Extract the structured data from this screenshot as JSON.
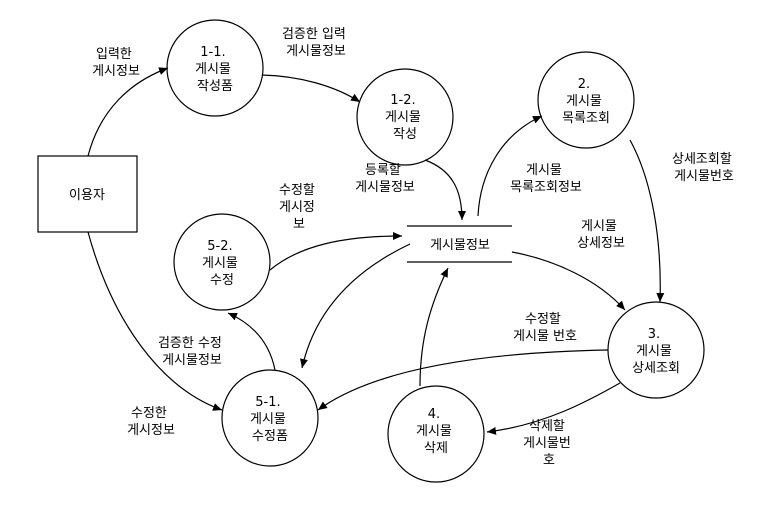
{
  "nodes": {
    "user": [
      "이용자"
    ],
    "p1_1": [
      "1-1.",
      "게시물",
      "작성폼"
    ],
    "p1_2": [
      "1-2.",
      "게시물",
      "작성"
    ],
    "p2": [
      "2.",
      "게시물",
      "목록조회"
    ],
    "p3": [
      "3.",
      "게시물",
      "상세조회"
    ],
    "p4": [
      "4.",
      "게시물",
      "삭제"
    ],
    "p5_1": [
      "5-1.",
      "게시물",
      "수정폼"
    ],
    "p5_2": [
      "5-2.",
      "게시물",
      "수정"
    ],
    "store": [
      "게시물정보"
    ]
  },
  "edges": {
    "user_to_p1_1": [
      "입력한",
      "게시정보"
    ],
    "p1_1_to_p1_2": [
      "검증한 입력",
      "게시물정보"
    ],
    "p1_2_to_store": [
      "등록할",
      "게시물정보"
    ],
    "store_to_p2": [
      "게시물",
      "목록조회정보"
    ],
    "p2_to_p3": [
      "상세조회할",
      "게시물번호"
    ],
    "store_to_p3": [
      "게시물",
      "상세정보"
    ],
    "p5_2_to_store": [
      "수정할",
      "게시정",
      "보"
    ],
    "p3_to_p5_1": [
      "수정할",
      "게시물 번호"
    ],
    "p5_1_to_p5_2": [
      "검증한 수정",
      "게시물정보"
    ],
    "user_to_p5_1": [
      "수정한",
      "게시정보"
    ],
    "p3_to_p4": [
      "삭제할",
      "게시물번",
      "호"
    ]
  }
}
